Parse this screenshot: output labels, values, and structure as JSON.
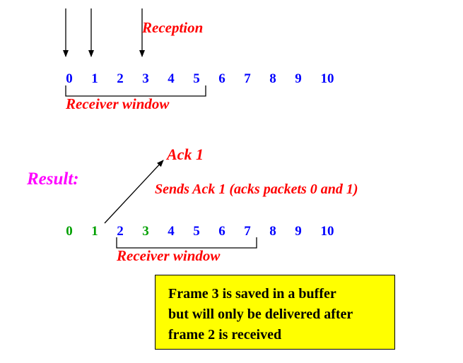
{
  "top_section": {
    "reception_label": "Reception",
    "receiver_window_label": "Receiver window",
    "numbers": [
      {
        "text": "0",
        "color": "#0000ff"
      },
      {
        "text": "1",
        "color": "#0000ff"
      },
      {
        "text": "2",
        "color": "#0000ff"
      },
      {
        "text": "3",
        "color": "#0000ff"
      },
      {
        "text": "4",
        "color": "#0000ff"
      },
      {
        "text": "5",
        "color": "#0000ff"
      },
      {
        "text": "6",
        "color": "#0000ff"
      },
      {
        "text": "7",
        "color": "#0000ff"
      },
      {
        "text": "8",
        "color": "#0000ff"
      },
      {
        "text": "9",
        "color": "#0000ff"
      },
      {
        "text": "10",
        "color": "#0000ff"
      }
    ]
  },
  "result_section": {
    "result_label": "Result:",
    "ack_label": "Ack 1",
    "sends_label": "Sends Ack 1 (acks packets 0 and 1)",
    "receiver_window_label": "Receiver window",
    "numbers": [
      {
        "text": "0",
        "color": "#00a000"
      },
      {
        "text": "1",
        "color": "#00a000"
      },
      {
        "text": "2",
        "color": "#0000ff"
      },
      {
        "text": "3",
        "color": "#00a000"
      },
      {
        "text": "4",
        "color": "#0000ff"
      },
      {
        "text": "5",
        "color": "#0000ff"
      },
      {
        "text": "6",
        "color": "#0000ff"
      },
      {
        "text": "7",
        "color": "#0000ff"
      },
      {
        "text": "8",
        "color": "#0000ff"
      },
      {
        "text": "9",
        "color": "#0000ff"
      },
      {
        "text": "10",
        "color": "#0000ff"
      }
    ]
  },
  "note": {
    "lines": [
      "Frame 3 is saved in a buffer",
      "but will only be delivered after",
      "frame 2 is received"
    ]
  },
  "colors": {
    "label_red": "#ff0000",
    "result_magenta": "#ff00ff",
    "sequence_blue": "#0000ff",
    "received_green": "#00a000",
    "note_background": "#ffff00"
  }
}
